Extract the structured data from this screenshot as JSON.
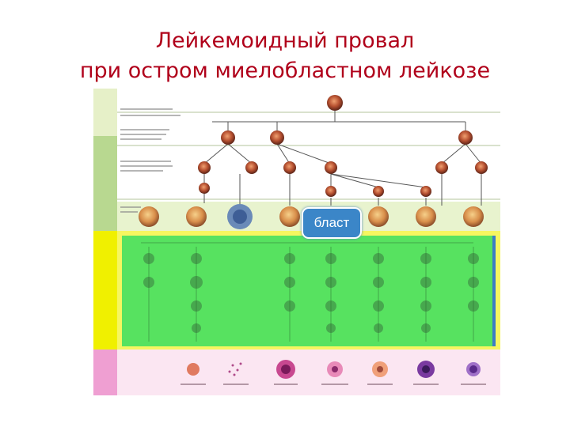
{
  "title_line1": "Лейкемоидный провал",
  "title_line2": "при остром миелобластном лейкозе",
  "blast_label": "бласт",
  "colors": {
    "title": "#b0001a",
    "green_overlay": "#46e060",
    "yellow_band": "#f0f000",
    "pink_band": "#ef9fd2",
    "blast_box": "#3b86c8"
  }
}
